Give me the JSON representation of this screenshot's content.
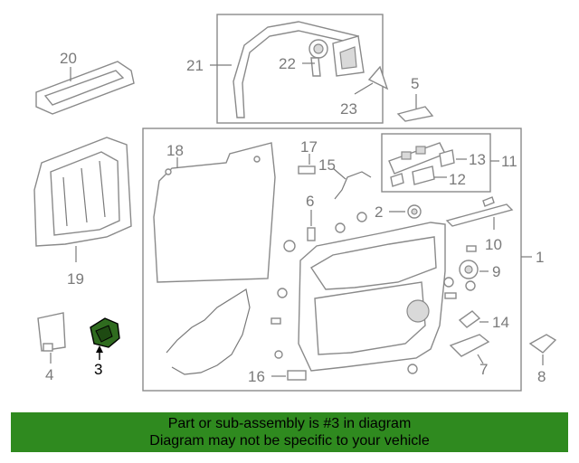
{
  "diagram": {
    "callouts": {
      "c1": "1",
      "c2": "2",
      "c3": "3",
      "c4": "4",
      "c5": "5",
      "c6": "6",
      "c7": "7",
      "c8": "8",
      "c9": "9",
      "c10": "10",
      "c11": "11",
      "c12": "12",
      "c13": "13",
      "c14": "14",
      "c15": "15",
      "c16": "16",
      "c17": "17",
      "c18": "18",
      "c19": "19",
      "c20": "20",
      "c21": "21",
      "c22": "22",
      "c23": "23"
    },
    "highlighted_part": "3",
    "highlight_color": "#2f6b1f"
  },
  "banner": {
    "line1": "Part or sub-assembly is #3 in diagram",
    "line2": "Diagram may not be specific to your vehicle",
    "background": "#2f8a1f"
  }
}
